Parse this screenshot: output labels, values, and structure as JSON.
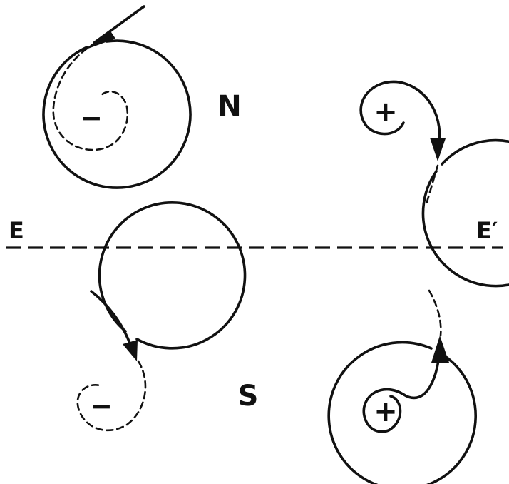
{
  "labels": {
    "north": "N",
    "south": "S",
    "east_left": "E",
    "east_right": "E′"
  },
  "vortices": [
    {
      "id": "nw",
      "sign": "−"
    },
    {
      "id": "ne",
      "sign": "+"
    },
    {
      "id": "sw",
      "sign": "−"
    },
    {
      "id": "se",
      "sign": "+"
    }
  ],
  "colors": {
    "ink": "#111111",
    "paper": "#ffffff"
  }
}
